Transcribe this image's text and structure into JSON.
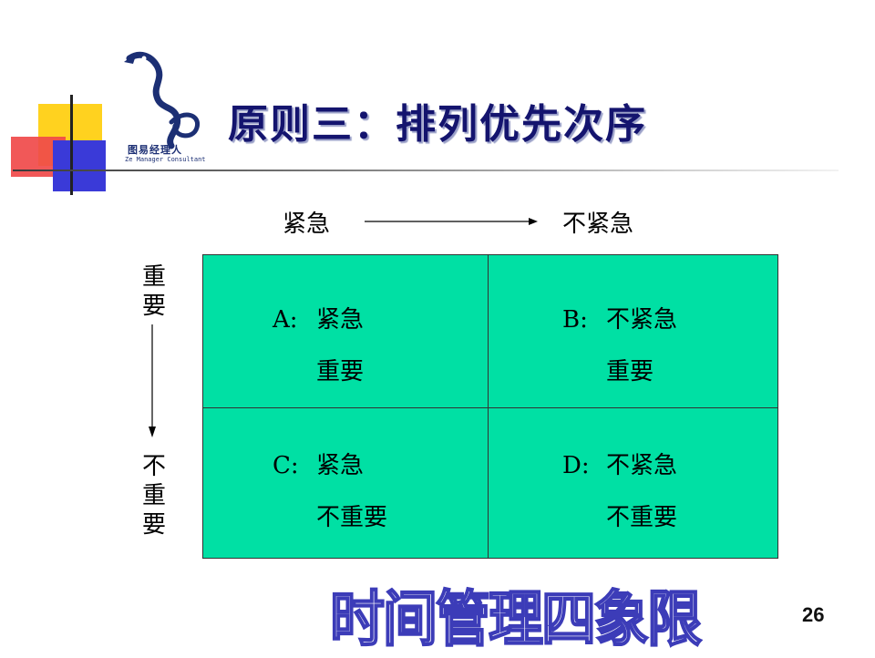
{
  "slide": {
    "logo": {
      "name_cn": "图易经理人",
      "name_en": "Ze Manager Consultant"
    },
    "title": "原则三：排列优先次序",
    "axes": {
      "left_label": "紧急",
      "right_label": "不紧急",
      "top_label": "重要",
      "bottom_label": "不重要"
    },
    "quadrants": [
      {
        "letter": "A:",
        "line1": "紧急",
        "line2": "重要"
      },
      {
        "letter": "B:",
        "line1": "不紧急",
        "line2": "重要"
      },
      {
        "letter": "C:",
        "line1": "紧急",
        "line2": "不重要"
      },
      {
        "letter": "D:",
        "line1": "不紧急",
        "line2": "不重要"
      }
    ],
    "caption": "时间管理四象限",
    "page_number": "26",
    "colors": {
      "quadrant_fill": "#00e0a4",
      "title": "#14146e",
      "caption_outline": "#3c3cb8"
    }
  }
}
